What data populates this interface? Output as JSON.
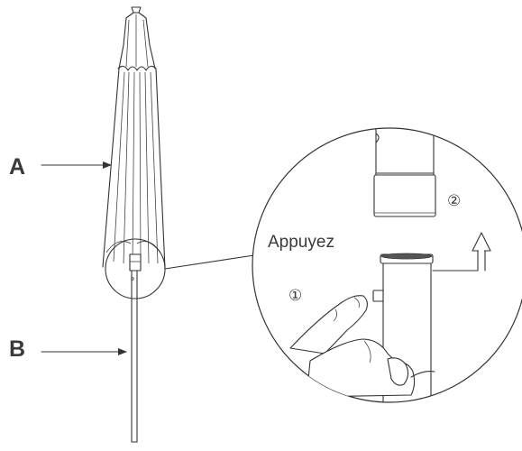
{
  "labels": {
    "part_a": "A",
    "part_b": "B",
    "action": "Appuyez",
    "step_1": "①",
    "step_2": "②"
  },
  "colors": {
    "line": "#333333",
    "text": "#3a3a3a",
    "background": "#ffffff"
  },
  "icons": {
    "lift_arrow": "up-arrow-icon",
    "pointer_a": "arrow-right-icon",
    "pointer_b": "arrow-right-icon"
  }
}
